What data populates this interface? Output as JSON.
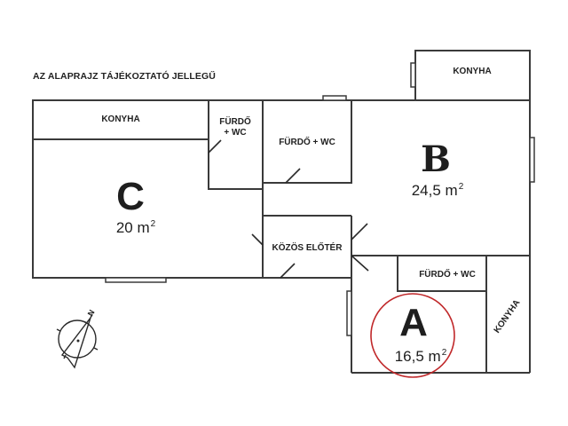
{
  "header": {
    "note": "AZ ALAPRAJZ TÁJÉKOZTATÓ JELLEGŰ"
  },
  "colors": {
    "wall": "#3a3a3a",
    "text": "#1e1e1e",
    "highlight": "#c0282a"
  },
  "units": {
    "C": {
      "letter": "C",
      "area_value": "20 m",
      "area_exp": "2",
      "rooms": {
        "kitchen": "KONYHA",
        "bath_line1": "FÜRDŐ",
        "bath_line2": "+ WC"
      }
    },
    "B": {
      "letter": "B",
      "area_value": "24,5 m",
      "area_exp": "2",
      "rooms": {
        "kitchen": "KONYHA",
        "bath": "FÜRDŐ + WC"
      }
    },
    "A": {
      "letter": "A",
      "area_value": "16,5 m",
      "area_exp": "2",
      "highlighted": true,
      "rooms": {
        "kitchen": "KONYHA",
        "bath": "FÜRDŐ + WC"
      }
    }
  },
  "common": {
    "hallway": "KÖZÖS ELŐTÉR"
  },
  "compass": {
    "icon": "north-arrow-icon",
    "label": "N"
  }
}
